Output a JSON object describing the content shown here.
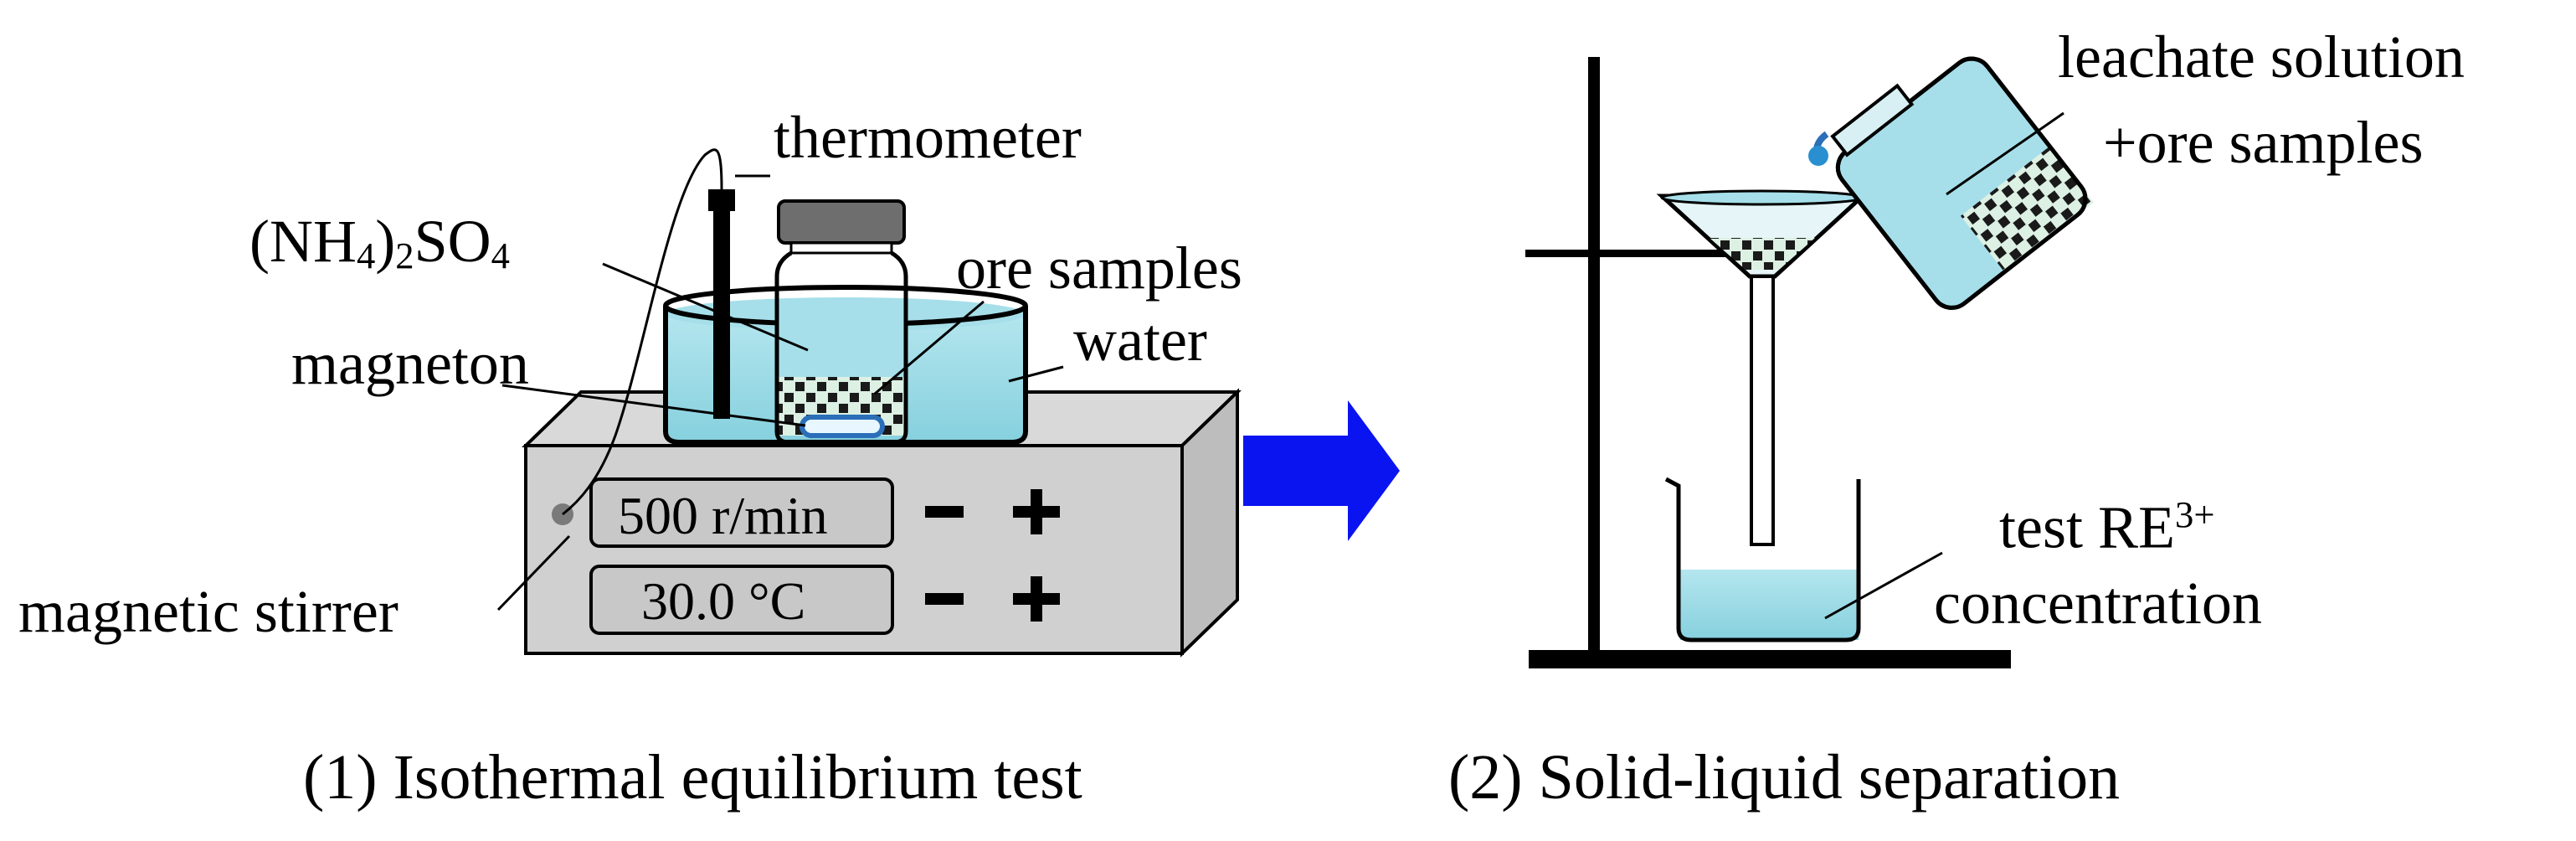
{
  "labels": {
    "thermometer": "thermometer",
    "ammonium_main": "(NH",
    "ammonium_sub1": "4",
    "ammonium_mid": ")",
    "ammonium_sub2": "2",
    "ammonium_so": "SO",
    "ammonium_sub3": "4",
    "ore_samples": "ore samples",
    "water": "water",
    "magneton": "magneton",
    "magnetic_stirrer": "magnetic stirrer",
    "leachate_line1": "leachate solution",
    "leachate_line2": "+ore samples",
    "test_re": "test RE",
    "test_re_sup": "3+",
    "concentration": "concentration"
  },
  "stirrer_display": {
    "speed": "500  r/min",
    "temperature": "30.0  °C",
    "minus": "−",
    "plus": "+"
  },
  "captions": {
    "step1": "(1) Isothermal equilibrium test",
    "step2": "(2) Solid-liquid separation"
  },
  "colors": {
    "water": "#9cdbe6",
    "water_dark": "#6fc3d3",
    "stirrer_top": "#d9d9d9",
    "stirrer_front": "#d0d0d0",
    "stirrer_side": "#bdbdbd",
    "display": "#c8c8c8",
    "arrow": "#0a14f0",
    "lid": "#6e6e6e",
    "ore": "#1a1a1a",
    "ore_bg": "#dcf0e4"
  }
}
